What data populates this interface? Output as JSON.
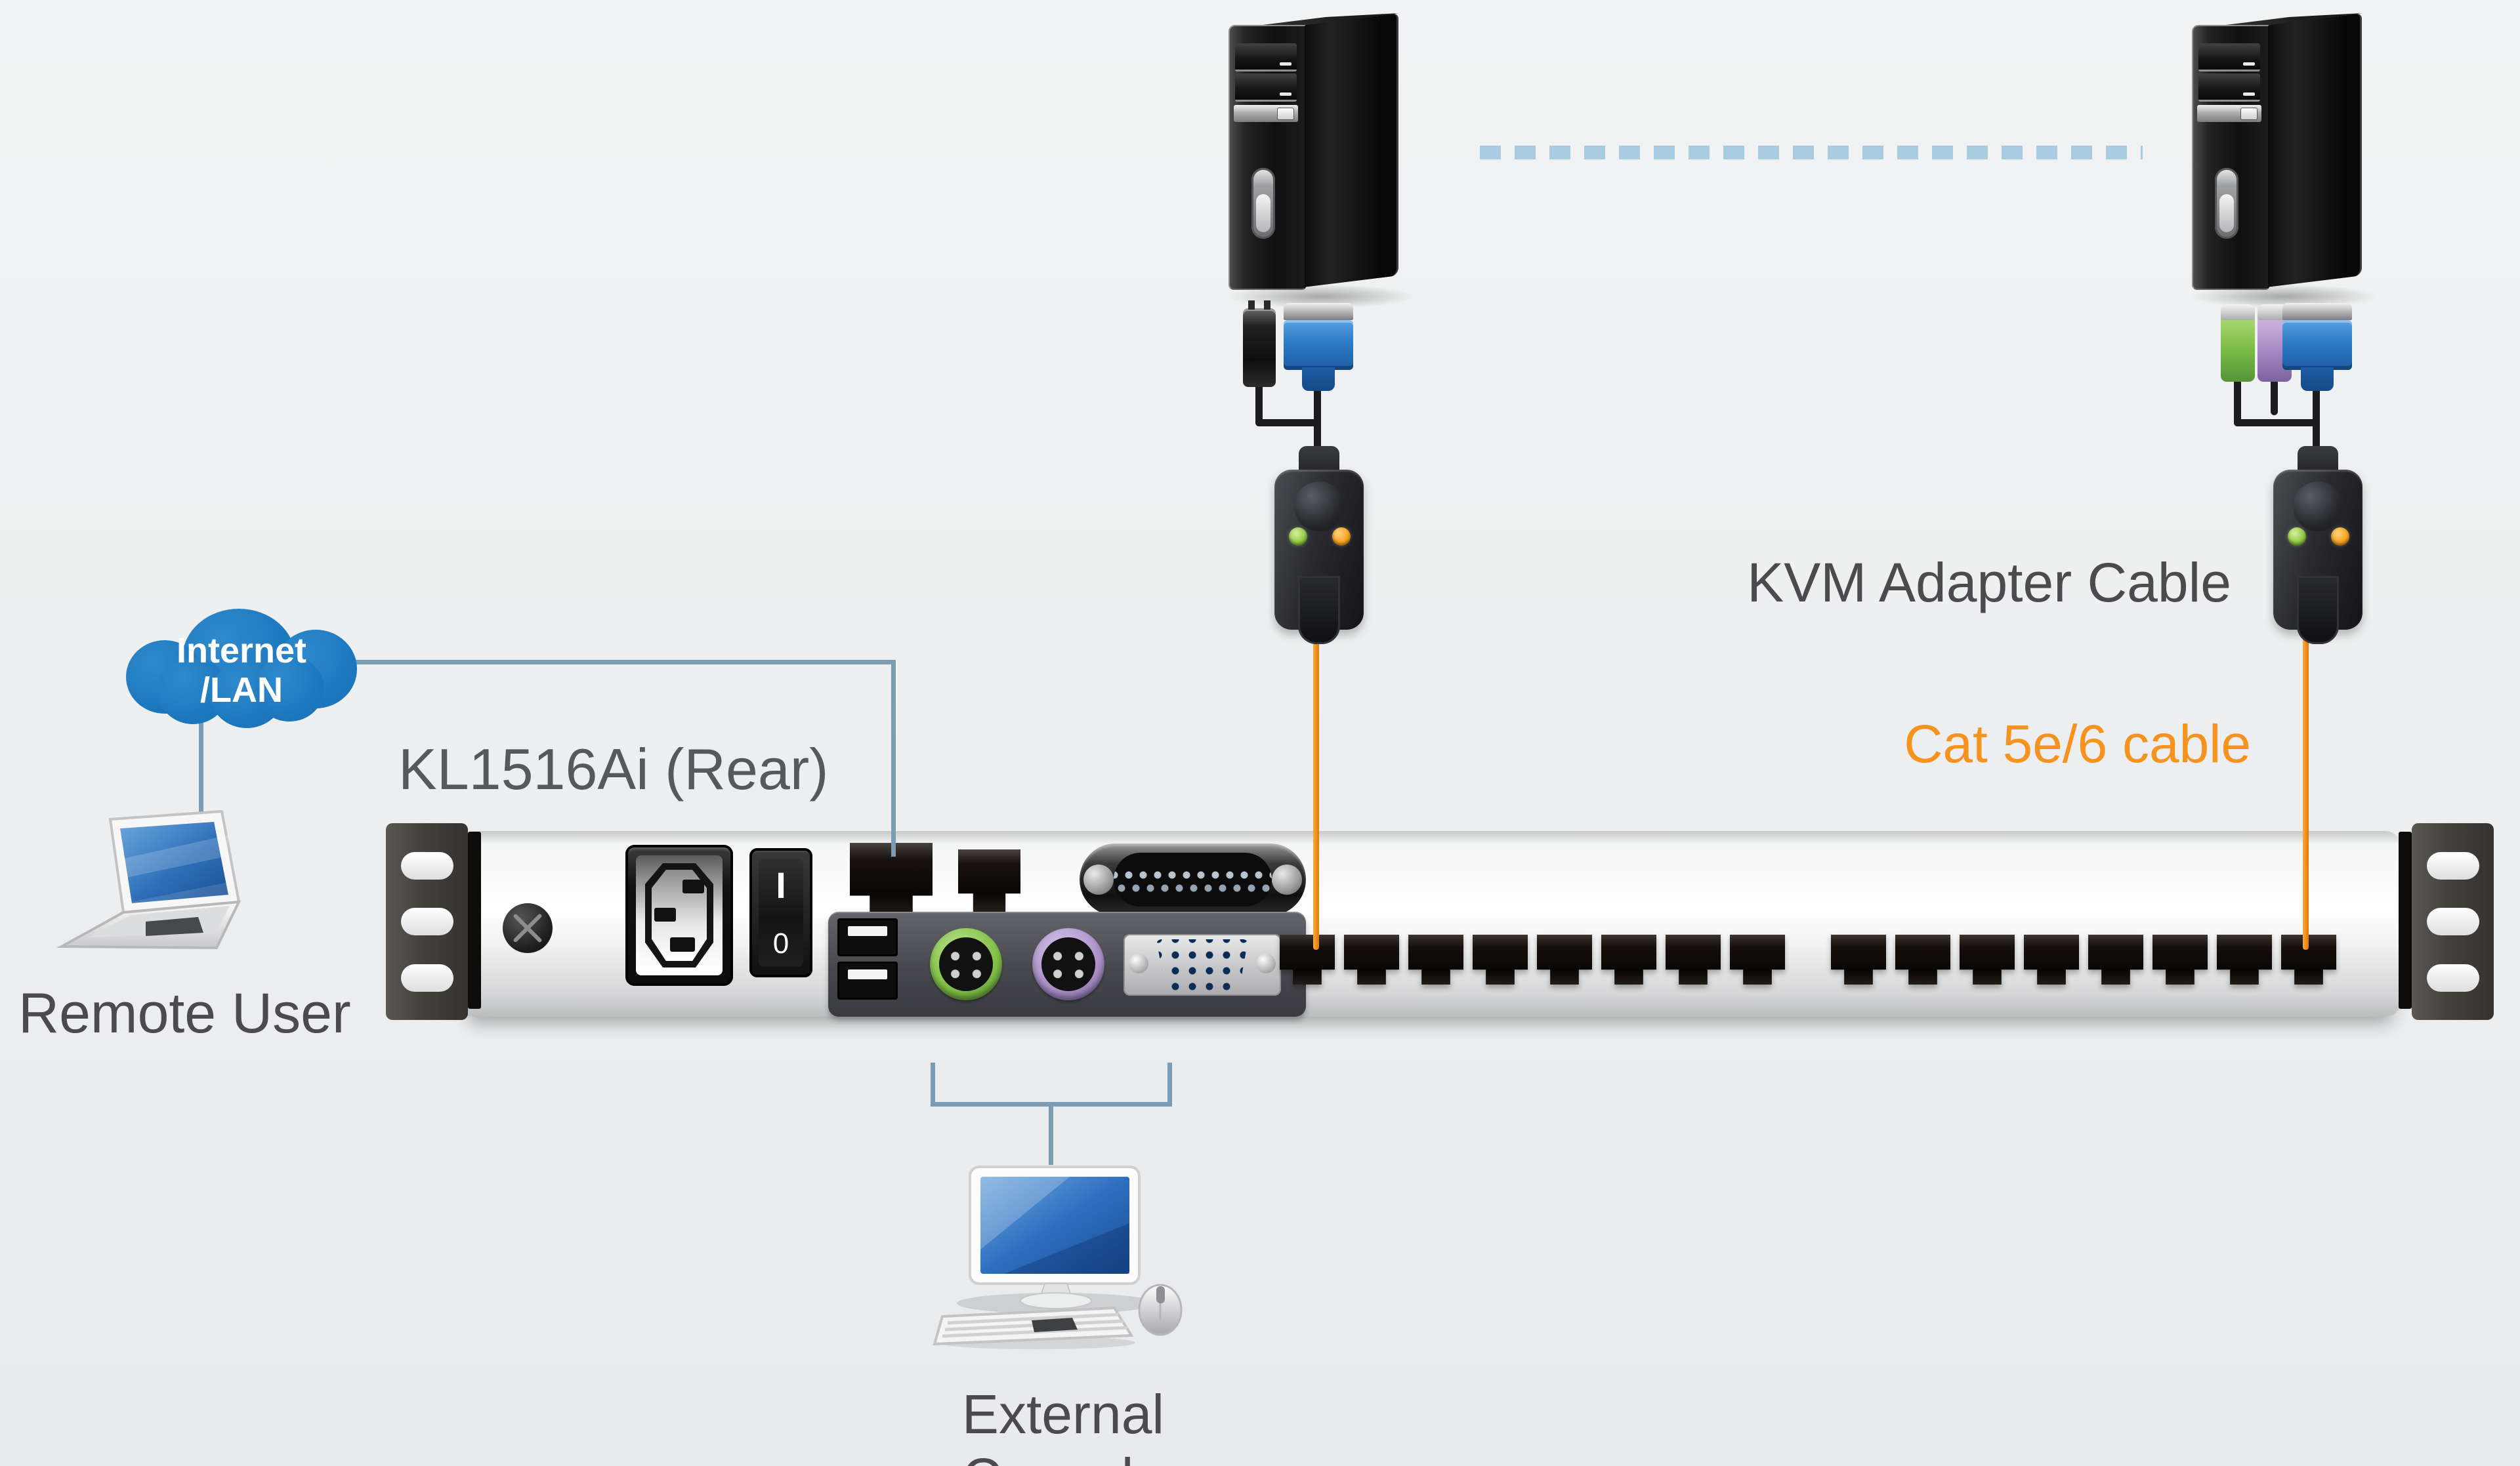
{
  "labels": {
    "internet_line1": "Internet",
    "internet_line2": "/LAN",
    "device": "KL1516Ai (Rear)",
    "remote_user": "Remote User",
    "external_console": "External Console",
    "kvm_adapter_cable": "KVM Adapter Cable",
    "cat_cable": "Cat 5e/6 cable",
    "power_on_mark": "I",
    "power_off_mark": "0"
  },
  "colors": {
    "background": "#eef0f1",
    "cloud_blue": "#1b76bc",
    "connector_line": "#7b9cb2",
    "dashed_link": "#a9cbdf",
    "cat_cable_orange": "#f6921e",
    "label_gray": "#4b4b4d",
    "device_label_gray": "#57585a",
    "ps2_green": "#7fbf46",
    "ps2_purple": "#a98fc7",
    "vga_blue": "#2e7bc4",
    "led_green": "#8dc63f",
    "led_orange": "#f5a01a"
  },
  "switch": {
    "banks": 2,
    "ports_per_bank": 8,
    "port_count": 16,
    "rack_slots": 3,
    "console_usb_ports": 2
  }
}
